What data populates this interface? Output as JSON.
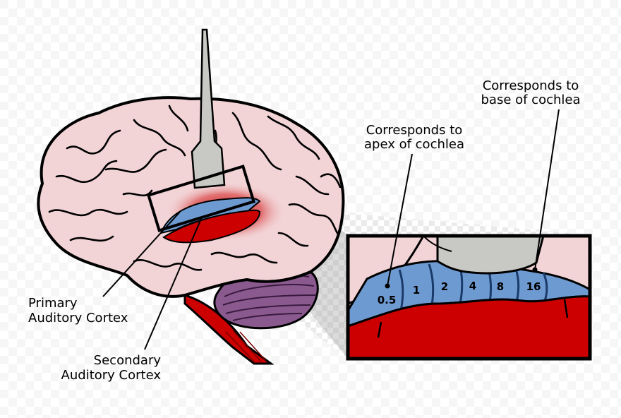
{
  "labels": {
    "base_line1": "Corresponds to",
    "base_line2": "base of cochlea",
    "apex_line1": "Corresponds to",
    "apex_line2": "apex of cochlea",
    "primary_line1": "Primary",
    "primary_line2": "Auditory Cortex",
    "secondary_line1": "Secondary",
    "secondary_line2": "Auditory Cortex"
  },
  "frequency_bands": [
    "0.5",
    "1",
    "2",
    "4",
    "8",
    "16"
  ],
  "colors": {
    "brain_pink": "#f2d3d6",
    "primary_cortex_blue": "#6e9ad2",
    "secondary_cortex_red": "#cc0000",
    "cerebellum_purple": "#8a5a8f",
    "electrode_gray": "#c8c8c4"
  }
}
